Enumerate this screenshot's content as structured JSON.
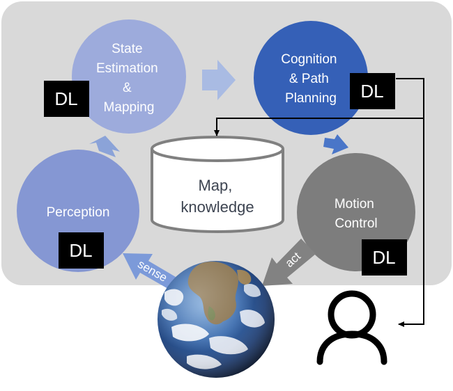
{
  "nodes": {
    "state_estimation": {
      "lines": [
        "State",
        "Estimation",
        "&",
        "Mapping"
      ],
      "badge": "DL",
      "color": "#9dabdc"
    },
    "cognition": {
      "lines": [
        "Cognition",
        "& Path",
        "Planning"
      ],
      "badge": "DL",
      "color": "#3560b7"
    },
    "motion_control": {
      "lines": [
        "Motion",
        "Control"
      ],
      "badge": "DL",
      "color": "#7d7d7d"
    },
    "perception": {
      "lines": [
        "Perception"
      ],
      "badge": "DL",
      "color": "#8597d3"
    },
    "database": {
      "lines": [
        "Map,",
        "knowledge"
      ]
    }
  },
  "arrows": {
    "sense": "sense",
    "act": "act"
  },
  "colors": {
    "panel": "#d9d9d9",
    "arrow_light": "#a9bbe3",
    "arrow_blue": "#4a76c8",
    "arrow_grey": "#828282",
    "badge": "#000000"
  },
  "icons": {
    "world": "earth-globe-icon",
    "user": "user-person-icon"
  }
}
